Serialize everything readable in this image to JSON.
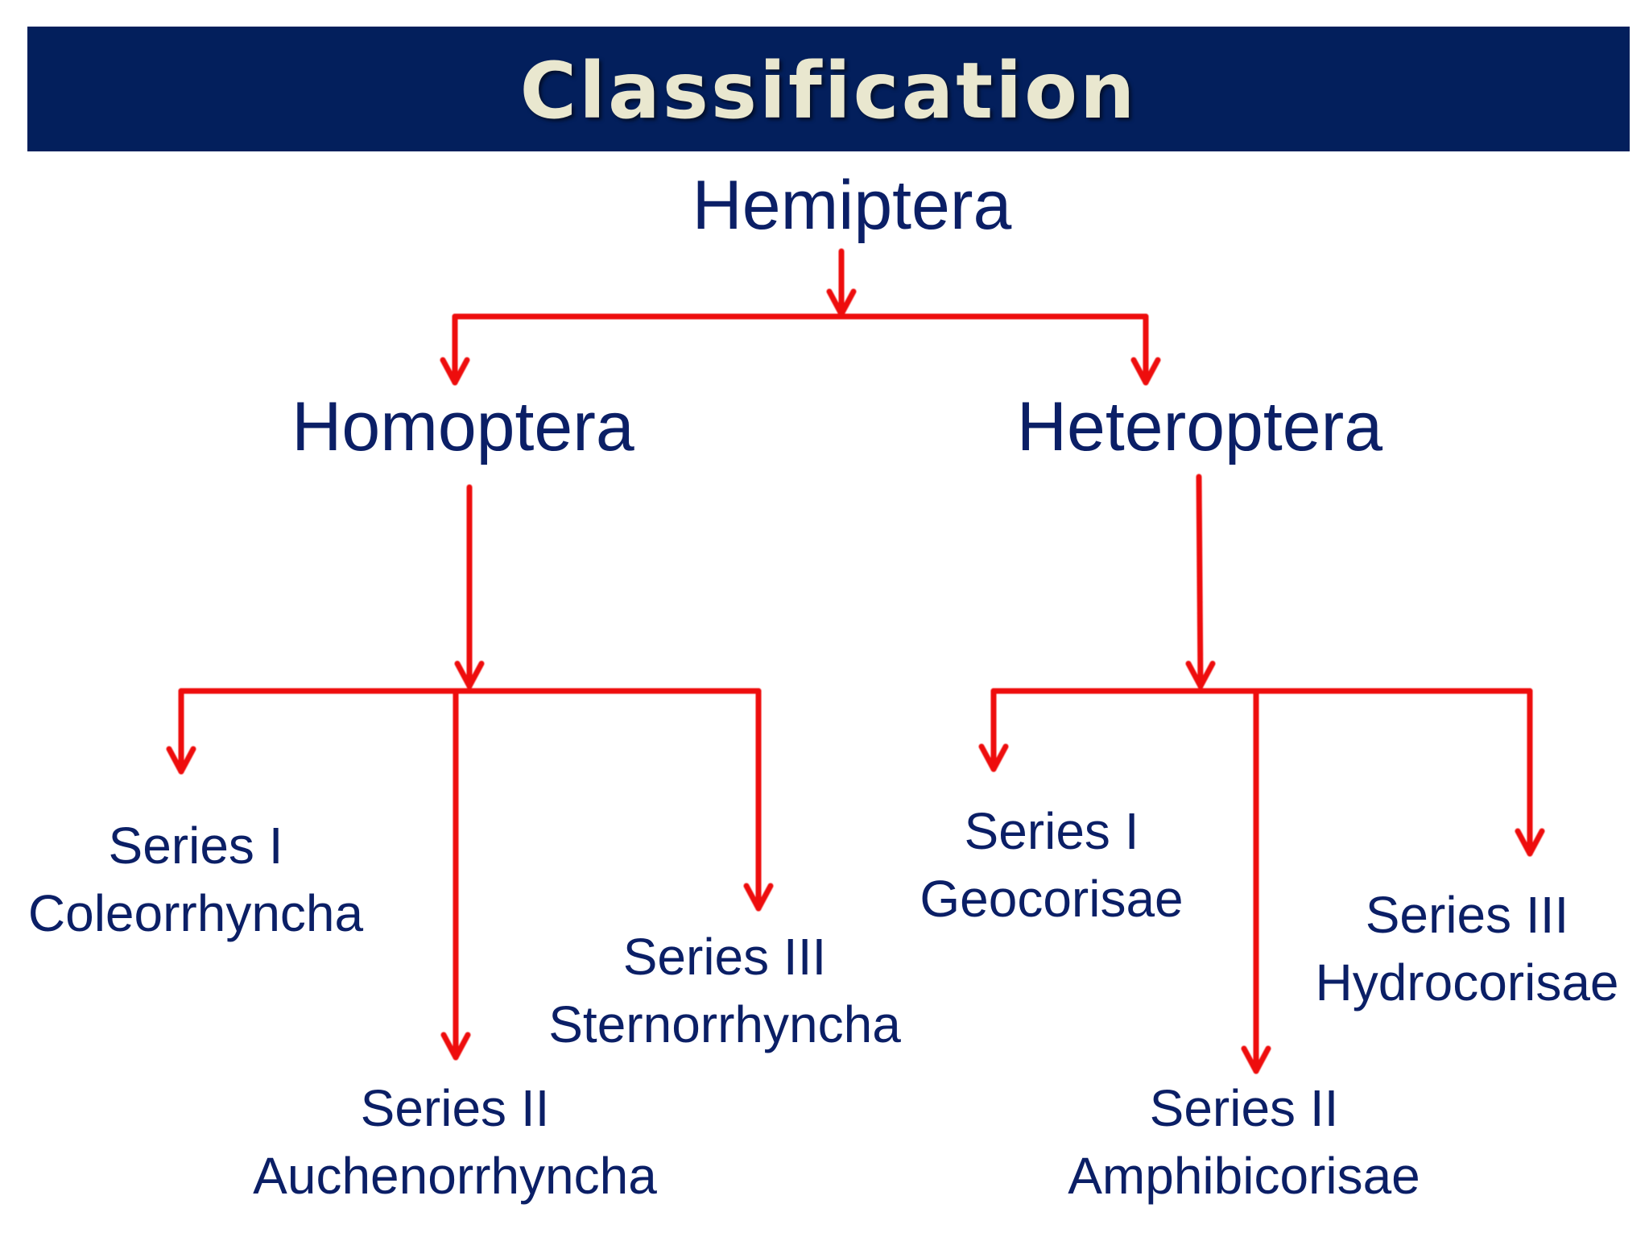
{
  "header": {
    "title": "Classification",
    "background_color": "#031f5c",
    "text_color": "#e9e7cf"
  },
  "tree": {
    "root": "Hemiptera",
    "suborders": [
      {
        "name": "Homoptera",
        "series": [
          {
            "series_label": "Series I",
            "name": "Coleorrhyncha"
          },
          {
            "series_label": "Series II",
            "name": "Auchenorrhyncha"
          },
          {
            "series_label": "Series III",
            "name": "Sternorrhyncha"
          }
        ]
      },
      {
        "name": "Heteroptera",
        "series": [
          {
            "series_label": "Series I",
            "name": "Geocorisae"
          },
          {
            "series_label": "Series II",
            "name": "Amphibicorisae"
          },
          {
            "series_label": "Series III",
            "name": "Hydrocorisae"
          }
        ]
      }
    ]
  },
  "colors": {
    "text": "#0b1f66",
    "connector": "#ee1111"
  },
  "icons": {
    "connector_arrowhead": "arrow-down-icon"
  }
}
